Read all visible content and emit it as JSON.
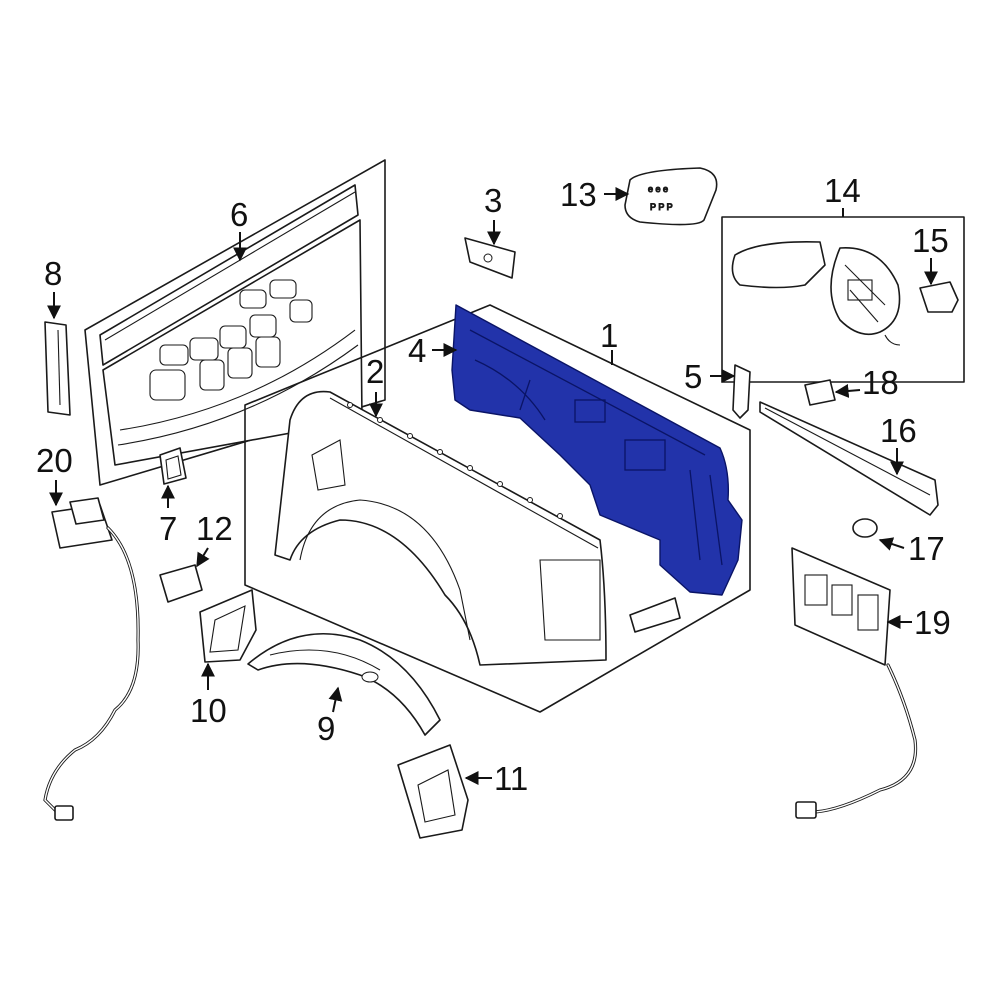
{
  "colors": {
    "highlight": "#2233aa",
    "line": "#1a1a1a",
    "background": "#ffffff"
  },
  "callouts": {
    "c1": "1",
    "c2": "2",
    "c3": "3",
    "c4": "4",
    "c5": "5",
    "c6": "6",
    "c7": "7",
    "c8": "8",
    "c9": "9",
    "c10": "10",
    "c11": "11",
    "c12": "12",
    "c13": "13",
    "c14": "14",
    "c15": "15",
    "c16": "16",
    "c17": "17",
    "c18": "18",
    "c19": "19",
    "c20": "20"
  },
  "highlighted_part": "1"
}
